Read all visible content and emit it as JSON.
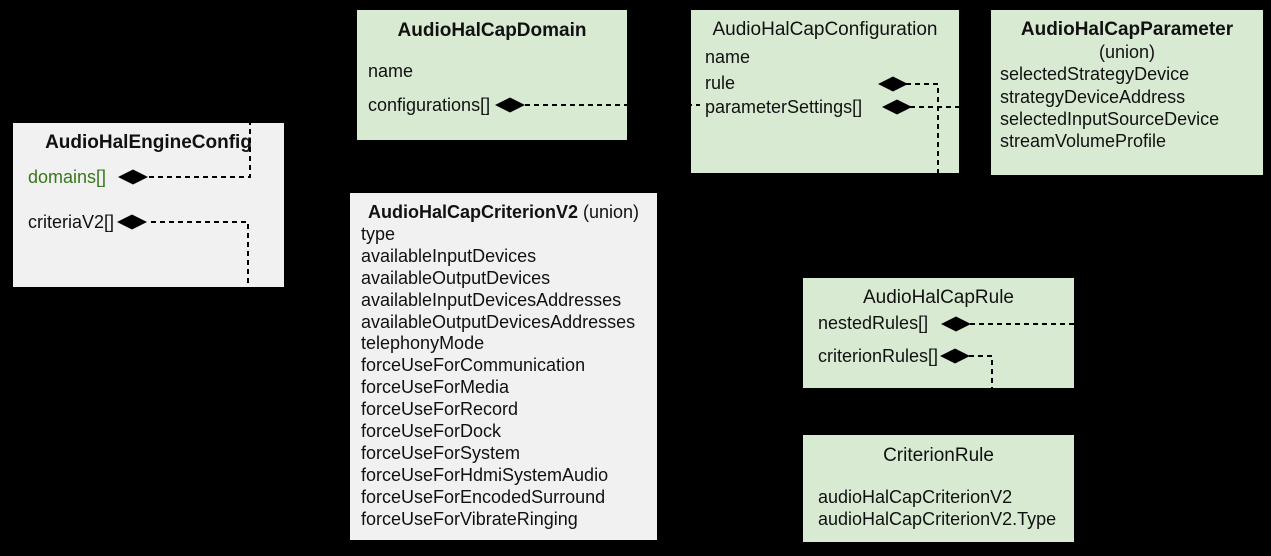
{
  "diagram": {
    "colors": {
      "background": "#000000",
      "green_box": "#d9ead3",
      "gray_box": "#f1f1f1",
      "text": "#111111",
      "green_field_text": "#38761d",
      "connector": "#000000"
    },
    "boxes": [
      {
        "name": "audio-hal-engine-config",
        "title": "AudioHalEngineConfig",
        "title_suffix": "",
        "subtitle": "",
        "variant": "gray",
        "fields": [
          {
            "label": "domains[]",
            "green": true,
            "diamond": true
          },
          {
            "label": "criteriaV2[]",
            "green": false,
            "diamond": true
          }
        ]
      },
      {
        "name": "audio-hal-cap-domain",
        "title": "AudioHalCapDomain",
        "title_suffix": "",
        "subtitle": "",
        "variant": "green",
        "fields": [
          {
            "label": "name",
            "green": false,
            "diamond": false
          },
          {
            "label": "configurations[]",
            "green": false,
            "diamond": true
          }
        ]
      },
      {
        "name": "audio-hal-cap-configuration",
        "title": "AudioHalCapConfiguration",
        "title_suffix": "",
        "subtitle": "",
        "variant": "green",
        "fields": [
          {
            "label": "name",
            "green": false,
            "diamond": false
          },
          {
            "label": "rule",
            "green": false,
            "diamond": true
          },
          {
            "label": "parameterSettings[]",
            "green": false,
            "diamond": true
          }
        ]
      },
      {
        "name": "audio-hal-cap-parameter",
        "title": "AudioHalCapParameter",
        "title_suffix": "",
        "subtitle": "(union)",
        "variant": "green",
        "fields": [
          {
            "label": "selectedStrategyDevice",
            "green": false,
            "diamond": false
          },
          {
            "label": "strategyDeviceAddress",
            "green": false,
            "diamond": false
          },
          {
            "label": "selectedInputSourceDevice",
            "green": false,
            "diamond": false
          },
          {
            "label": "streamVolumeProfile",
            "green": false,
            "diamond": false
          }
        ]
      },
      {
        "name": "audio-hal-cap-criterion-v2",
        "title": "AudioHalCapCriterionV2",
        "title_suffix": " (union)",
        "subtitle": "",
        "variant": "gray",
        "fields": [
          {
            "label": "type",
            "green": false,
            "diamond": false
          },
          {
            "label": "availableInputDevices",
            "green": false,
            "diamond": false
          },
          {
            "label": "availableOutputDevices",
            "green": false,
            "diamond": false
          },
          {
            "label": "availableInputDevicesAddresses",
            "green": false,
            "diamond": false
          },
          {
            "label": "availableOutputDevicesAddresses",
            "green": false,
            "diamond": false
          },
          {
            "label": "telephonyMode",
            "green": false,
            "diamond": false
          },
          {
            "label": "forceUseForCommunication",
            "green": false,
            "diamond": false
          },
          {
            "label": "forceUseForMedia",
            "green": false,
            "diamond": false
          },
          {
            "label": "forceUseForRecord",
            "green": false,
            "diamond": false
          },
          {
            "label": "forceUseForDock",
            "green": false,
            "diamond": false
          },
          {
            "label": "forceUseForSystem",
            "green": false,
            "diamond": false
          },
          {
            "label": "forceUseForHdmiSystemAudio",
            "green": false,
            "diamond": false
          },
          {
            "label": "forceUseForEncodedSurround",
            "green": false,
            "diamond": false
          },
          {
            "label": "forceUseForVibrateRinging",
            "green": false,
            "diamond": false
          }
        ]
      },
      {
        "name": "audio-hal-cap-rule",
        "title": "AudioHalCapRule",
        "title_suffix": "",
        "subtitle": "",
        "variant": "green",
        "fields": [
          {
            "label": "nestedRules[]",
            "green": false,
            "diamond": true
          },
          {
            "label": "criterionRules[]",
            "green": false,
            "diamond": true
          }
        ]
      },
      {
        "name": "criterion-rule",
        "title": "CriterionRule",
        "title_suffix": "",
        "subtitle": "",
        "variant": "green",
        "fields": [
          {
            "label": "audioHalCapCriterionV2",
            "green": false,
            "diamond": false
          },
          {
            "label": "audioHalCapCriterionV2.Type",
            "green": false,
            "diamond": false
          }
        ]
      }
    ],
    "connectors": [
      {
        "from": "AudioHalEngineConfig.domains[]",
        "to": "AudioHalCapDomain"
      },
      {
        "from": "AudioHalEngineConfig.criteriaV2[]",
        "to": "AudioHalCapCriterionV2"
      },
      {
        "from": "AudioHalCapDomain.configurations[]",
        "to": "AudioHalCapConfiguration"
      },
      {
        "from": "AudioHalCapConfiguration.rule",
        "to": "AudioHalCapRule"
      },
      {
        "from": "AudioHalCapConfiguration.parameterSettings[]",
        "to": "AudioHalCapParameter"
      },
      {
        "from": "AudioHalCapRule.nestedRules[]",
        "to": "AudioHalCapRule"
      },
      {
        "from": "AudioHalCapRule.criterionRules[]",
        "to": "CriterionRule"
      }
    ]
  }
}
